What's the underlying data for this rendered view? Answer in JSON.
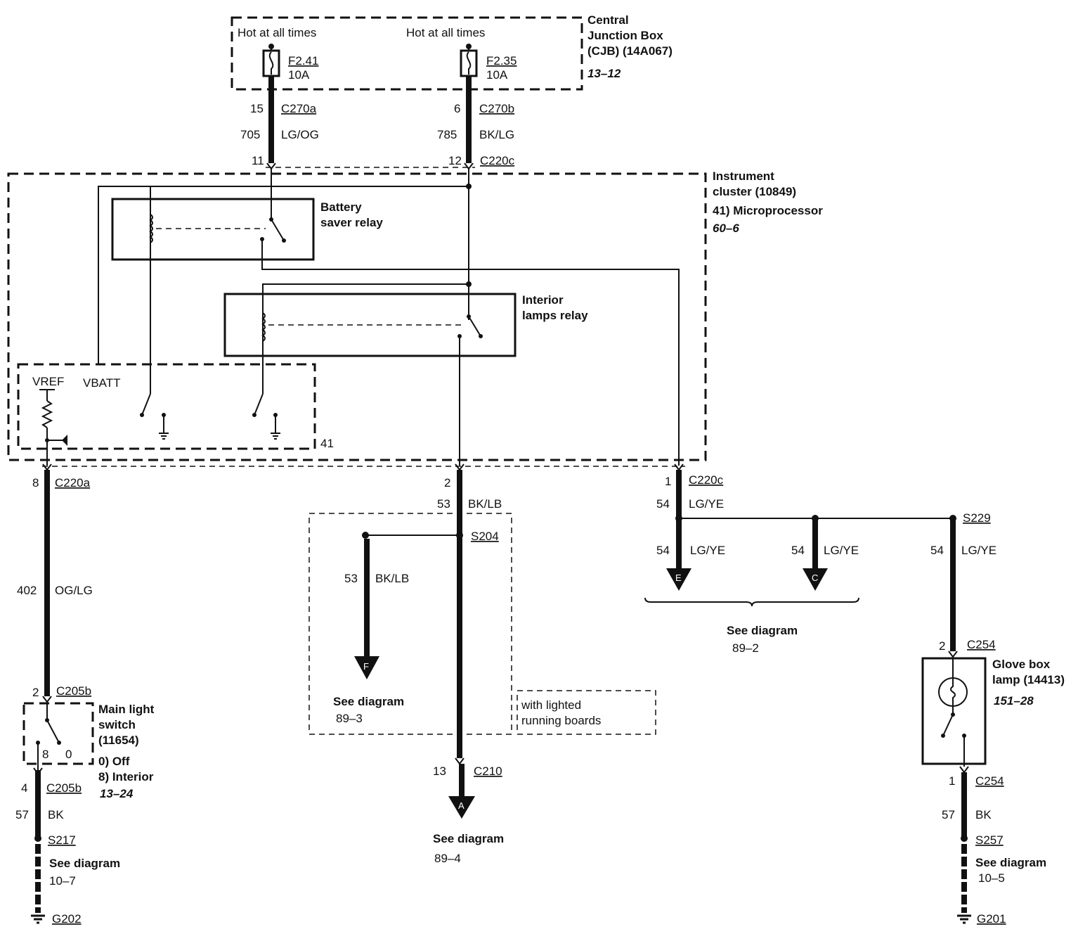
{
  "cjb": {
    "title_1": "Central",
    "title_2": "Junction Box",
    "title_3": "(CJB) (14A067)",
    "ref": "13–12",
    "hot_left": "Hot at all times",
    "hot_right": "Hot at all times",
    "fuse_left_id": "F2.41",
    "fuse_left_rating": "10A",
    "fuse_right_id": "F2.35",
    "fuse_right_rating": "10A"
  },
  "top_wires": {
    "left_pin": "15",
    "left_conn": "C270a",
    "left_circuit": "705",
    "left_color": "LG/OG",
    "left_pin2": "11",
    "right_pin": "6",
    "right_conn": "C270b",
    "right_circuit": "785",
    "right_color": "BK/LG",
    "right_pin2": "12",
    "right_conn2": "C220c"
  },
  "cluster": {
    "title_1": "Instrument",
    "title_2": "cluster (10849)",
    "sub": "41) Microprocessor",
    "ref": "60–6",
    "battery_relay_1": "Battery",
    "battery_relay_2": "saver relay",
    "interior_relay_1": "Interior",
    "interior_relay_2": "lamps relay",
    "vref": "VREF",
    "vbatt": "VBATT",
    "micro_num": "41"
  },
  "left_branch": {
    "pin": "8",
    "conn": "C220a",
    "circuit": "402",
    "color": "OG/LG",
    "pin2": "2",
    "conn2": "C205b",
    "switch_1": "Main light",
    "switch_2": "switch",
    "switch_3": "(11654)",
    "pos_8": "8",
    "pos_0": "0",
    "off": "0) Off",
    "interior": "8) Interior",
    "ref": "13–24",
    "pin3": "4",
    "conn3": "C205b",
    "circuit2": "57",
    "color2": "BK",
    "splice": "S217",
    "see": "See diagram",
    "see_ref": "10–7",
    "ground": "G202"
  },
  "middle_branch": {
    "pin": "2",
    "circuit": "53",
    "color": "BK/LB",
    "splice": "S204",
    "sub_circuit": "53",
    "sub_color": "BK/LB",
    "arrow_f": "F",
    "see_f": "See diagram",
    "see_f_ref": "89–3",
    "option_1": "with lighted",
    "option_2": "running boards",
    "pin2": "13",
    "conn2": "C210",
    "arrow_a": "A",
    "see_a": "See diagram",
    "see_a_ref": "89–4"
  },
  "right_branch": {
    "pin": "1",
    "conn": "C220c",
    "circuit": "54",
    "color": "LG/YE",
    "e_circuit": "54",
    "e_color": "LG/YE",
    "c_circuit": "54",
    "c_color": "LG/YE",
    "arrow_e": "E",
    "arrow_c": "C",
    "see": "See diagram",
    "see_ref": "89–2",
    "splice": "S229",
    "g_circuit": "54",
    "g_color": "LG/YE",
    "g_pin": "2",
    "g_conn": "C254",
    "lamp_1": "Glove box",
    "lamp_2": "lamp (14413)",
    "lamp_ref": "151–28",
    "g_pin2": "1",
    "g_conn2": "C254",
    "g_circuit2": "57",
    "g_color2": "BK",
    "g_splice": "S257",
    "g_see": "See diagram",
    "g_see_ref": "10–5",
    "ground": "G201"
  }
}
